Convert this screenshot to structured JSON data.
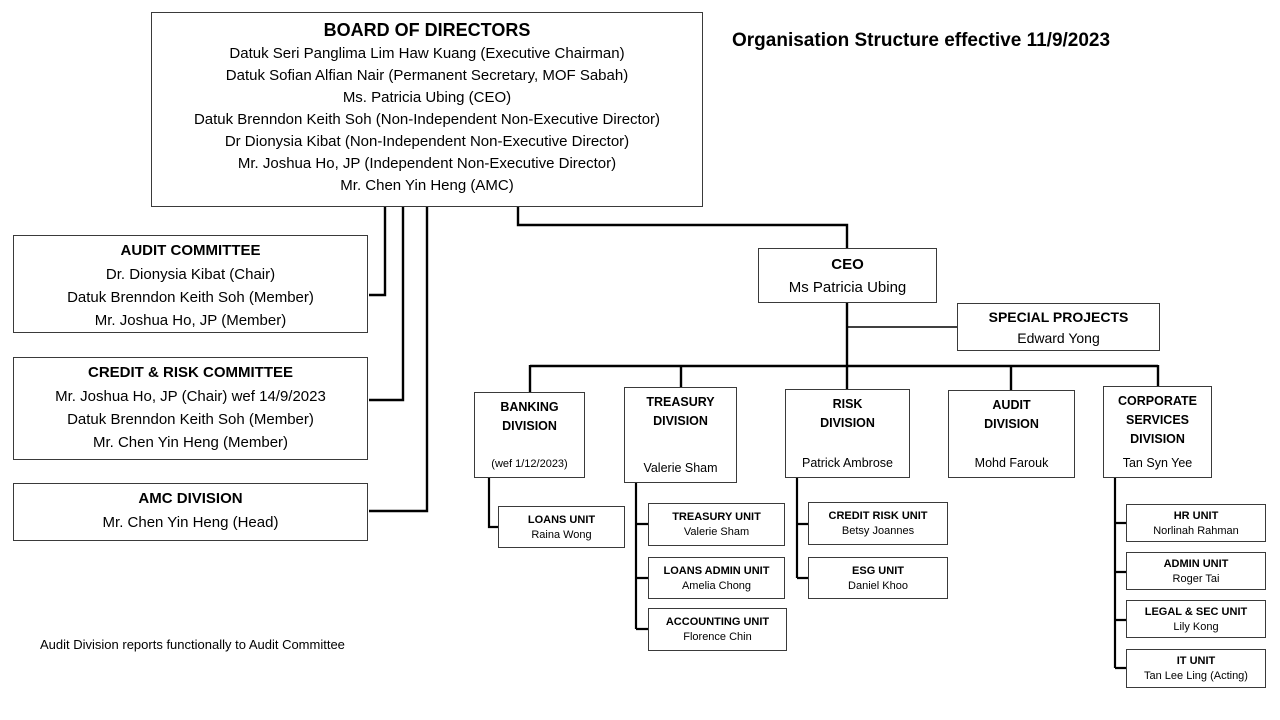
{
  "headline": "Organisation Structure effective 11/9/2023",
  "footnote": "Audit Division reports functionally to Audit Committee",
  "colors": {
    "line": "#000000",
    "border": "#3a3a3a",
    "text": "#000000",
    "background": "#ffffff"
  },
  "board": {
    "title": "BOARD OF DIRECTORS",
    "members": [
      "Datuk Seri Panglima Lim Haw Kuang (Executive Chairman)",
      "Datuk Sofian Alfian Nair (Permanent Secretary, MOF Sabah)",
      "Ms. Patricia Ubing (CEO)",
      "Datuk Brenndon Keith Soh (Non-Independent Non-Executive Director)",
      "Dr Dionysia Kibat (Non-Independent Non-Executive Director)",
      "Mr. Joshua Ho, JP (Independent Non-Executive Director)",
      "Mr. Chen Yin Heng (AMC)"
    ]
  },
  "audit_committee": {
    "title": "AUDIT COMMITTEE",
    "members": [
      "Dr. Dionysia Kibat (Chair)",
      "Datuk Brenndon Keith Soh (Member)",
      "Mr. Joshua Ho, JP (Member)"
    ]
  },
  "credit_risk_committee": {
    "title": "CREDIT & RISK COMMITTEE",
    "members": [
      "Mr. Joshua Ho, JP (Chair) wef 14/9/2023",
      "Datuk Brenndon Keith Soh (Member)",
      "Mr. Chen Yin Heng (Member)"
    ]
  },
  "amc_division": {
    "title": "AMC DIVISION",
    "name": "Mr. Chen Yin Heng (Head)"
  },
  "ceo": {
    "title": "CEO",
    "name": "Ms Patricia Ubing"
  },
  "special_projects": {
    "title": "SPECIAL PROJECTS",
    "name": "Edward Yong"
  },
  "divisions": {
    "banking": {
      "title": "BANKING\nDIVISION",
      "note": "(wef 1/12/2023)"
    },
    "treasury": {
      "title": "TREASURY\nDIVISION",
      "name": "Valerie Sham"
    },
    "risk": {
      "title": "RISK\nDIVISION",
      "name": "Patrick Ambrose"
    },
    "audit": {
      "title": "AUDIT\nDIVISION",
      "name": "Mohd Farouk"
    },
    "corporate": {
      "title": "CORPORATE\nSERVICES\nDIVISION",
      "name": "Tan Syn Yee"
    }
  },
  "units": {
    "loans": {
      "title": "LOANS UNIT",
      "name": "Raina Wong"
    },
    "treasury": {
      "title": "TREASURY UNIT",
      "name": "Valerie Sham"
    },
    "loans_admin": {
      "title": "LOANS ADMIN UNIT",
      "name": "Amelia Chong"
    },
    "accounting": {
      "title": "ACCOUNTING UNIT",
      "name": "Florence Chin"
    },
    "credit_risk": {
      "title": "CREDIT RISK UNIT",
      "name": "Betsy Joannes"
    },
    "esg": {
      "title": "ESG UNIT",
      "name": "Daniel Khoo"
    },
    "hr": {
      "title": "HR UNIT",
      "name": "Norlinah Rahman"
    },
    "admin": {
      "title": "ADMIN UNIT",
      "name": "Roger Tai"
    },
    "legal_sec": {
      "title": "LEGAL & SEC UNIT",
      "name": "Lily Kong"
    },
    "it": {
      "title": "IT UNIT",
      "name": "Tan Lee Ling (Acting)"
    }
  }
}
